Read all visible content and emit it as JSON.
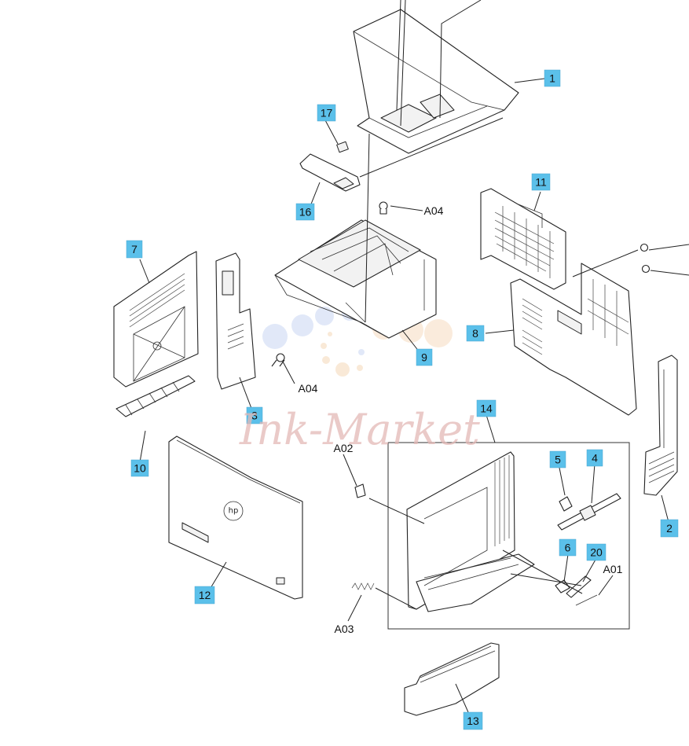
{
  "diagram": {
    "callouts": [
      {
        "id": "1",
        "label": "1"
      },
      {
        "id": "17",
        "label": "17"
      },
      {
        "id": "16",
        "label": "16"
      },
      {
        "id": "11",
        "label": "11"
      },
      {
        "id": "7",
        "label": "7"
      },
      {
        "id": "8",
        "label": "8"
      },
      {
        "id": "9",
        "label": "9"
      },
      {
        "id": "3",
        "label": "3"
      },
      {
        "id": "10",
        "label": "10"
      },
      {
        "id": "14",
        "label": "14"
      },
      {
        "id": "5",
        "label": "5"
      },
      {
        "id": "4",
        "label": "4"
      },
      {
        "id": "2",
        "label": "2"
      },
      {
        "id": "6",
        "label": "6"
      },
      {
        "id": "20",
        "label": "20"
      },
      {
        "id": "12",
        "label": "12"
      },
      {
        "id": "13",
        "label": "13"
      }
    ],
    "references": [
      {
        "id": "a04-top",
        "label": "A04"
      },
      {
        "id": "a04-left",
        "label": "A04"
      },
      {
        "id": "a02",
        "label": "A02"
      },
      {
        "id": "a01",
        "label": "A01"
      },
      {
        "id": "a03",
        "label": "A03"
      }
    ],
    "watermark": "Ink-Market",
    "colors": {
      "callout": "#5bc0ea",
      "line": "#222222",
      "watermark": "#e3b9b6"
    }
  }
}
